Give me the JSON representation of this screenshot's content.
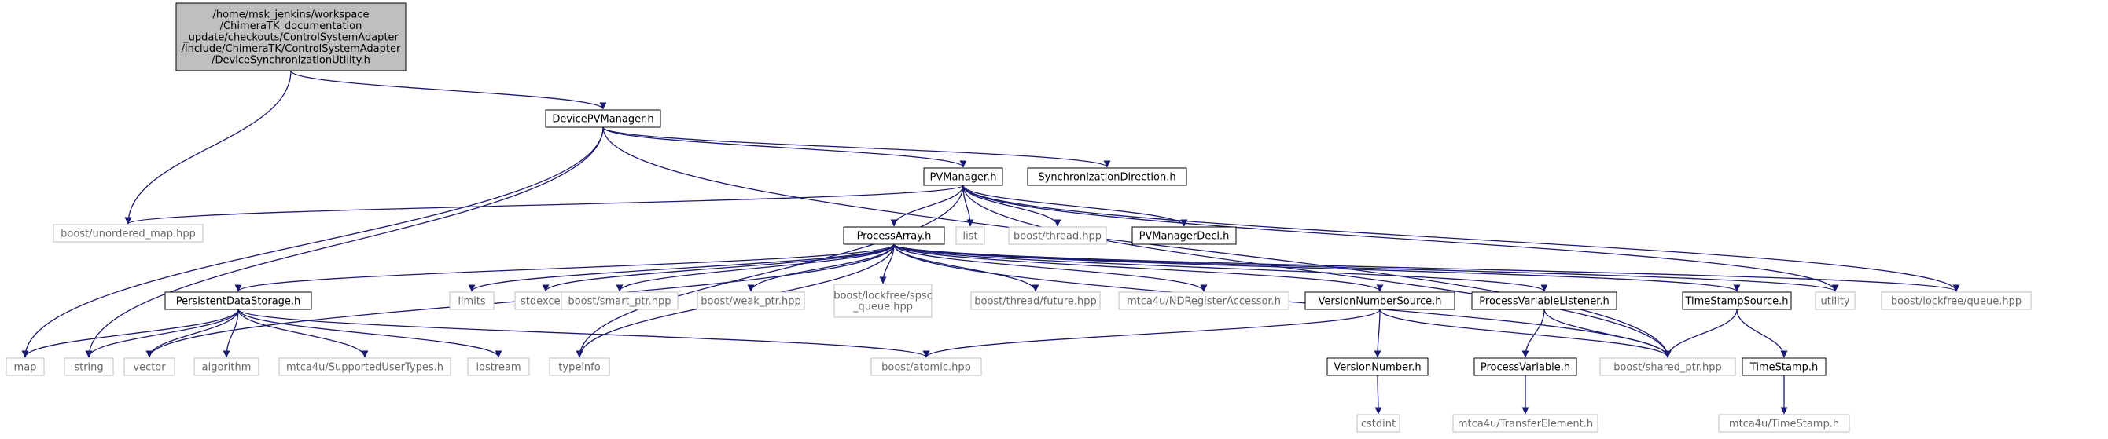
{
  "nodes": [
    {
      "id": "root",
      "kind": "root",
      "lines": [
        "/home/msk_jenkins/workspace",
        "/ChimeraTK_documentation",
        "_update/checkouts/ControlSystemAdapter",
        "/include/ChimeraTK/ControlSystemAdapter",
        "/DeviceSynchronizationUtility.h"
      ]
    },
    {
      "id": "devicepv",
      "kind": "file",
      "lines": [
        "DevicePVManager.h"
      ]
    },
    {
      "id": "unordered",
      "kind": "ext",
      "lines": [
        "boost/unordered_map.hpp"
      ]
    },
    {
      "id": "map",
      "kind": "ext",
      "lines": [
        "map"
      ]
    },
    {
      "id": "pvmanager",
      "kind": "file",
      "lines": [
        "PVManager.h"
      ]
    },
    {
      "id": "syncdir",
      "kind": "file",
      "lines": [
        "SynchronizationDirection.h"
      ]
    },
    {
      "id": "processarray",
      "kind": "file",
      "lines": [
        "ProcessArray.h"
      ]
    },
    {
      "id": "list",
      "kind": "ext",
      "lines": [
        "list"
      ]
    },
    {
      "id": "thread",
      "kind": "ext",
      "lines": [
        "boost/thread.hpp"
      ]
    },
    {
      "id": "pvmanagerdecl",
      "kind": "file",
      "lines": [
        "PVManagerDecl.h"
      ]
    },
    {
      "id": "persistent",
      "kind": "file",
      "lines": [
        "PersistentDataStorage.h"
      ]
    },
    {
      "id": "limits",
      "kind": "ext",
      "lines": [
        "limits"
      ]
    },
    {
      "id": "stdexcept",
      "kind": "ext",
      "lines": [
        "stdexcept"
      ]
    },
    {
      "id": "smartptr",
      "kind": "ext",
      "lines": [
        "boost/smart_ptr.hpp"
      ]
    },
    {
      "id": "weakptr",
      "kind": "ext",
      "lines": [
        "boost/weak_ptr.hpp"
      ]
    },
    {
      "id": "spsc",
      "kind": "ext",
      "lines": [
        "boost/lockfree/spsc",
        "_queue.hpp"
      ]
    },
    {
      "id": "future",
      "kind": "ext",
      "lines": [
        "boost/thread/future.hpp"
      ]
    },
    {
      "id": "ndregister",
      "kind": "ext",
      "lines": [
        "mtca4u/NDRegisterAccessor.h"
      ]
    },
    {
      "id": "versionsrc",
      "kind": "file",
      "lines": [
        "VersionNumberSource.h"
      ]
    },
    {
      "id": "pvlistener",
      "kind": "file",
      "lines": [
        "ProcessVariableListener.h"
      ]
    },
    {
      "id": "timestampsrc",
      "kind": "file",
      "lines": [
        "TimeStampSource.h"
      ]
    },
    {
      "id": "utility",
      "kind": "ext",
      "lines": [
        "utility"
      ]
    },
    {
      "id": "lfqueue",
      "kind": "ext",
      "lines": [
        "boost/lockfree/queue.hpp"
      ]
    },
    {
      "id": "string",
      "kind": "ext",
      "lines": [
        "string"
      ]
    },
    {
      "id": "vector",
      "kind": "ext",
      "lines": [
        "vector"
      ]
    },
    {
      "id": "algorithm",
      "kind": "ext",
      "lines": [
        "algorithm"
      ]
    },
    {
      "id": "supported",
      "kind": "ext",
      "lines": [
        "mtca4u/SupportedUserTypes.h"
      ]
    },
    {
      "id": "iostream",
      "kind": "ext",
      "lines": [
        "iostream"
      ]
    },
    {
      "id": "typeinfo",
      "kind": "ext",
      "lines": [
        "typeinfo"
      ]
    },
    {
      "id": "atomic",
      "kind": "ext",
      "lines": [
        "boost/atomic.hpp"
      ]
    },
    {
      "id": "versionnum",
      "kind": "file",
      "lines": [
        "VersionNumber.h"
      ]
    },
    {
      "id": "cstdint",
      "kind": "ext",
      "lines": [
        "cstdint"
      ]
    },
    {
      "id": "processvar",
      "kind": "file",
      "lines": [
        "ProcessVariable.h"
      ]
    },
    {
      "id": "transfer",
      "kind": "ext",
      "lines": [
        "mtca4u/TransferElement.h"
      ]
    },
    {
      "id": "sharedptr",
      "kind": "ext",
      "lines": [
        "boost/shared_ptr.hpp"
      ]
    },
    {
      "id": "timestamp",
      "kind": "file",
      "lines": [
        "TimeStamp.h"
      ]
    },
    {
      "id": "mtcatimestamp",
      "kind": "ext",
      "lines": [
        "mtca4u/TimeStamp.h"
      ]
    }
  ],
  "edges": [
    [
      "root",
      "devicepv"
    ],
    [
      "root",
      "unordered"
    ],
    [
      "devicepv",
      "map"
    ],
    [
      "devicepv",
      "string"
    ],
    [
      "devicepv",
      "pvmanager"
    ],
    [
      "devicepv",
      "syncdir"
    ],
    [
      "devicepv",
      "sharedptr"
    ],
    [
      "pvmanager",
      "unordered"
    ],
    [
      "pvmanager",
      "processarray"
    ],
    [
      "pvmanager",
      "list"
    ],
    [
      "pvmanager",
      "thread"
    ],
    [
      "pvmanager",
      "pvmanagerdecl"
    ],
    [
      "pvmanager",
      "typeinfo"
    ],
    [
      "pvmanager",
      "utility"
    ],
    [
      "pvmanager",
      "lfqueue"
    ],
    [
      "pvmanager",
      "sharedptr"
    ],
    [
      "processarray",
      "persistent"
    ],
    [
      "processarray",
      "vector"
    ],
    [
      "processarray",
      "limits"
    ],
    [
      "processarray",
      "stdexcept"
    ],
    [
      "processarray",
      "smartptr"
    ],
    [
      "processarray",
      "weakptr"
    ],
    [
      "processarray",
      "spsc"
    ],
    [
      "processarray",
      "future"
    ],
    [
      "processarray",
      "ndregister"
    ],
    [
      "processarray",
      "versionsrc"
    ],
    [
      "processarray",
      "pvlistener"
    ],
    [
      "processarray",
      "timestampsrc"
    ],
    [
      "processarray",
      "utility"
    ],
    [
      "processarray",
      "lfqueue"
    ],
    [
      "processarray",
      "sharedptr"
    ],
    [
      "processarray",
      "typeinfo"
    ],
    [
      "persistent",
      "map"
    ],
    [
      "persistent",
      "string"
    ],
    [
      "persistent",
      "vector"
    ],
    [
      "persistent",
      "algorithm"
    ],
    [
      "persistent",
      "supported"
    ],
    [
      "persistent",
      "iostream"
    ],
    [
      "persistent",
      "atomic"
    ],
    [
      "versionsrc",
      "versionnum"
    ],
    [
      "versionsrc",
      "atomic"
    ],
    [
      "versionsrc",
      "sharedptr"
    ],
    [
      "versionnum",
      "cstdint"
    ],
    [
      "pvlistener",
      "processvar"
    ],
    [
      "pvlistener",
      "sharedptr"
    ],
    [
      "processvar",
      "transfer"
    ],
    [
      "timestampsrc",
      "timestamp"
    ],
    [
      "timestampsrc",
      "sharedptr"
    ],
    [
      "timestamp",
      "mtcatimestamp"
    ]
  ],
  "colors": {
    "edge": "#191970",
    "root_fill": "#bfbfbf",
    "file_border": "#000000",
    "ext_border": "#bfbfbf",
    "ext_text": "#666666",
    "text": "#000000"
  }
}
